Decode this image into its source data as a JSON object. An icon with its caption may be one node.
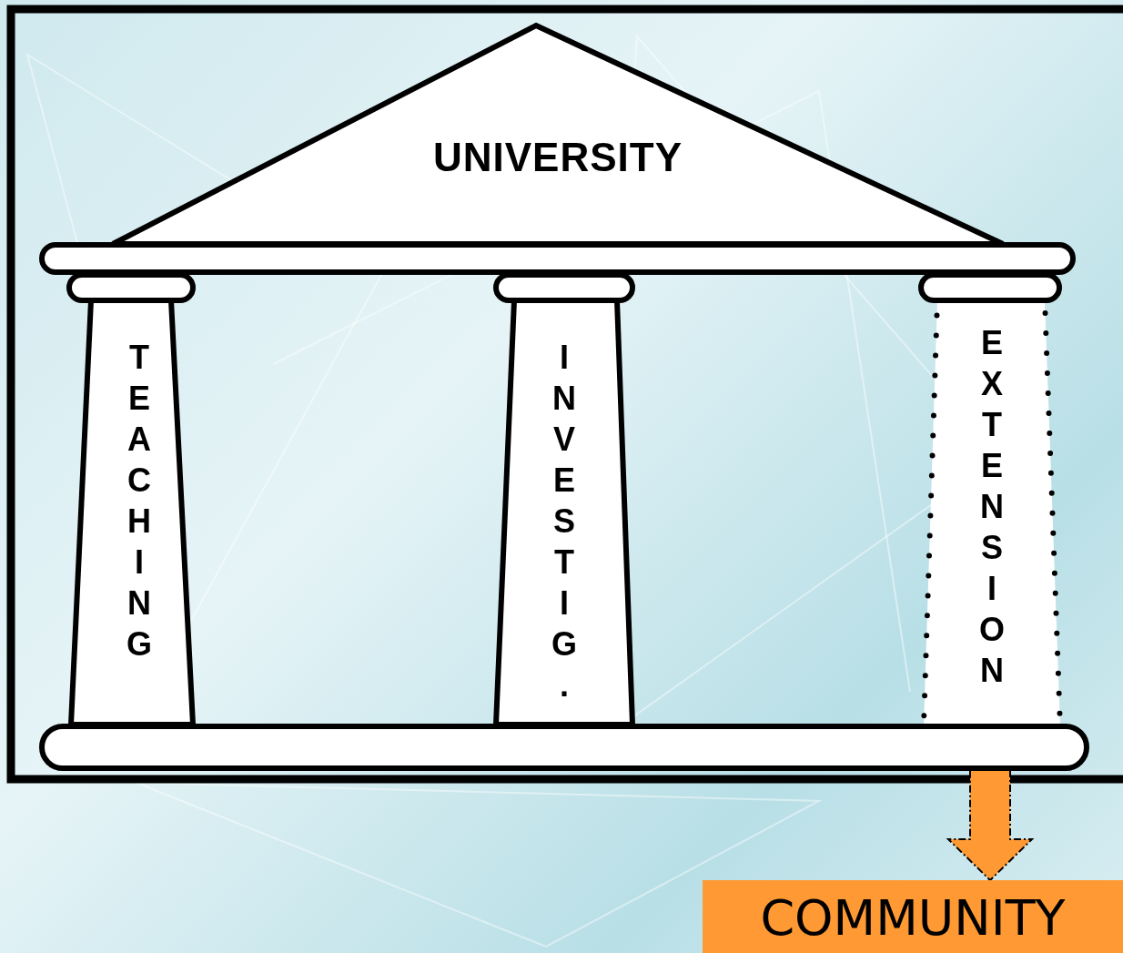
{
  "diagram": {
    "nodes": [
      {
        "text": [
          "UNIVERSITY"
        ]
      },
      {
        "text": [
          "TEACHING"
        ]
      },
      {
        "text": [
          "INVESTIG."
        ]
      },
      {
        "text": [
          "EXTENSION"
        ]
      },
      {
        "text": [
          "COMMUNITY"
        ]
      }
    ],
    "edges": [
      {
        "from": 3,
        "to": 4,
        "arrow": "to",
        "style": "dashed",
        "color": "#ff9933"
      }
    ]
  }
}
